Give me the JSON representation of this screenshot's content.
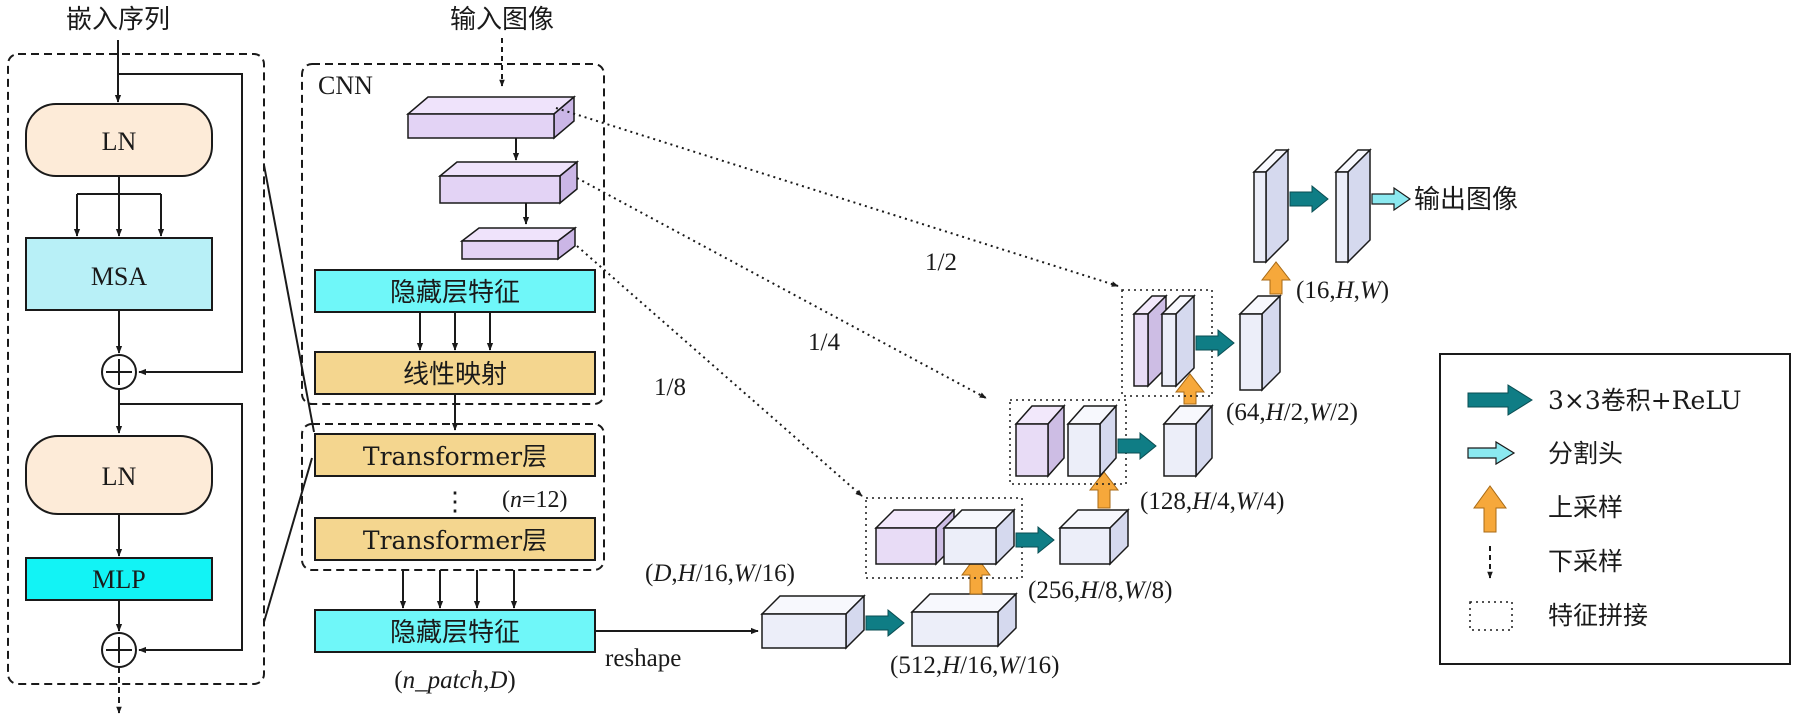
{
  "encoder": {
    "input_label": "嵌入序列",
    "ln_top": "LN",
    "msa": "MSA",
    "ln_bottom": "LN",
    "mlp": "MLP"
  },
  "cnn": {
    "input_label": "输入图像",
    "title": "CNN",
    "hidden_features": "隐藏层特征",
    "linear_projection": "线性映射"
  },
  "transformer": {
    "layer_top": "Transformer层",
    "layer_bottom": "Transformer层",
    "dots": "⋮",
    "count": "(n=12)",
    "count_parts": [
      "(",
      "n",
      "=12)"
    ],
    "hidden_features": "隐藏层特征",
    "shape": "(n_patch,D)",
    "shape_parts": [
      "(",
      "n_patch",
      ",",
      "D",
      ")"
    ]
  },
  "decoder": {
    "reshape": "reshape",
    "scale_half": "1/2",
    "scale_quarter": "1/4",
    "scale_eighth": "1/8",
    "output_label": "输出图像",
    "dims": {
      "d": "(D,H/16,W/16)",
      "d512": "(512,H/16,W/16)",
      "d256": "(256,H/8,W/8)",
      "d128": "(128,H/4,W/4)",
      "d64": "(64,H/2,W/2)",
      "d16": "(16,H,W)"
    }
  },
  "legend": {
    "items": [
      {
        "icon": "teal-arrow-icon",
        "label": "3×3卷积+ReLU"
      },
      {
        "icon": "light-cyan-arrow-icon",
        "label": "分割头"
      },
      {
        "icon": "orange-up-arrow-icon",
        "label": "上采样"
      },
      {
        "icon": "dashed-down-arrow-icon",
        "label": "下采样"
      },
      {
        "icon": "dotted-box-icon",
        "label": "特征拼接"
      }
    ]
  },
  "colors": {
    "ln": "#fdebd8",
    "msa": "#b8f0f7",
    "mlp": "#12f3f5",
    "hidden": "#6ff7f9",
    "linear": "#f4d68f",
    "cnn_block": "#e3d3f5",
    "decoder_block": "#eceef9",
    "conv_arrow": "#0f7d85",
    "head_arrow": "#8be9f0",
    "upsample_arrow": "#f6a83b"
  }
}
